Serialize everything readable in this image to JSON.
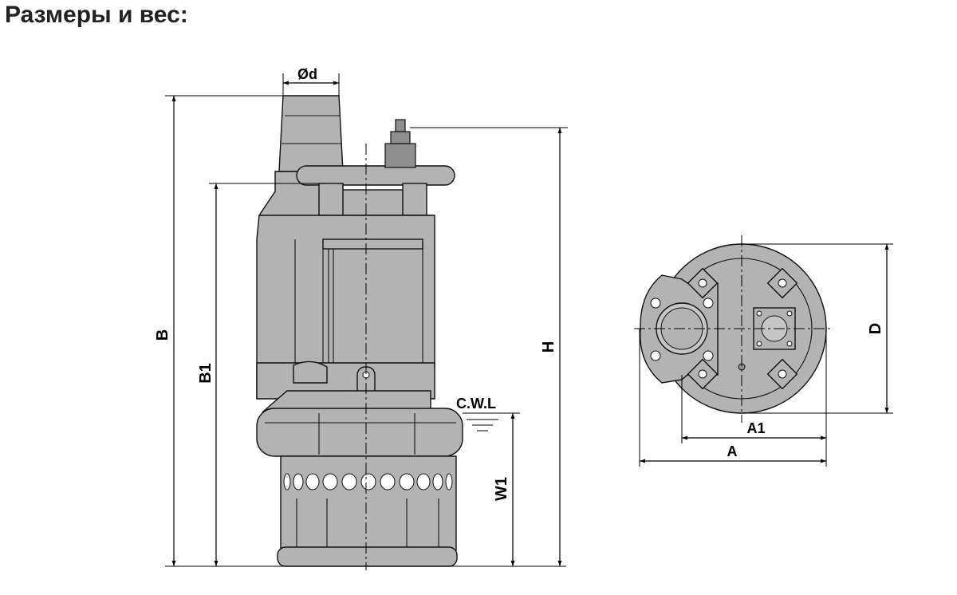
{
  "page": {
    "title": "Размеры и вес:"
  },
  "side_view": {
    "labels": {
      "od": "Ød",
      "b": "B",
      "b1": "B1",
      "h": "H",
      "cwl": "C.W.L",
      "w1": "W1"
    }
  },
  "top_view": {
    "labels": {
      "a": "A",
      "a1": "A1",
      "d": "D"
    }
  },
  "colors": {
    "body": "#b3b3b3",
    "outline": "#111111",
    "dimension": "#000000"
  }
}
